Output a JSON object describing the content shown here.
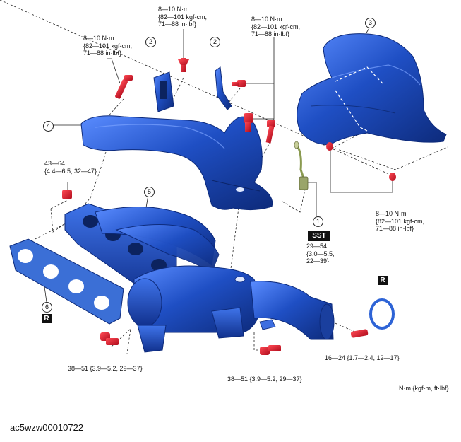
{
  "torque": {
    "t_top_center": [
      "8—10 N·m",
      "{82—101 kgf-cm,",
      "71—88 in·lbf}"
    ],
    "t_top_left": [
      "8—10 N·m",
      "{82—101 kgf-cm,",
      "71—88 in·lbf}"
    ],
    "t_top_right": [
      "8—10 N·m",
      "{82—101 kgf-cm,",
      "71—88 in·lbf}"
    ],
    "t_right_mid": [
      "8—10 N·m",
      "{82—101 kgf-cm,",
      "71—88 in·lbf}"
    ],
    "t_left_nut": [
      "43—64",
      "{4.4—6.5, 32—47}"
    ],
    "t_sensor": [
      "29—54",
      "{3.0—5.5,",
      "22—39}"
    ],
    "t_bottom_left": "38—51 {3.9—5.2, 29—37}",
    "t_bottom_center": "38—51 {3.9—5.2, 29—37}",
    "t_bottom_right": "16—24 {1.7—2.4, 12—17}"
  },
  "callouts": {
    "c1": "1",
    "c2a": "2",
    "c2b": "2",
    "c3": "3",
    "c4": "4",
    "c5": "5",
    "c6": "6"
  },
  "badges": {
    "sst": "SST",
    "r_gasket": "R",
    "r_ring": "R"
  },
  "units": "N·m {kgf-m, ft·lbf}",
  "figure_code": "ac5wzw00010722",
  "colors": {
    "part_blue": "#1f4fc4",
    "part_blue_dark": "#0d2a7a",
    "part_blue_light": "#4d86ff",
    "bolt_red": "#e0182a",
    "gasket_blue": "#3b6fd6"
  }
}
